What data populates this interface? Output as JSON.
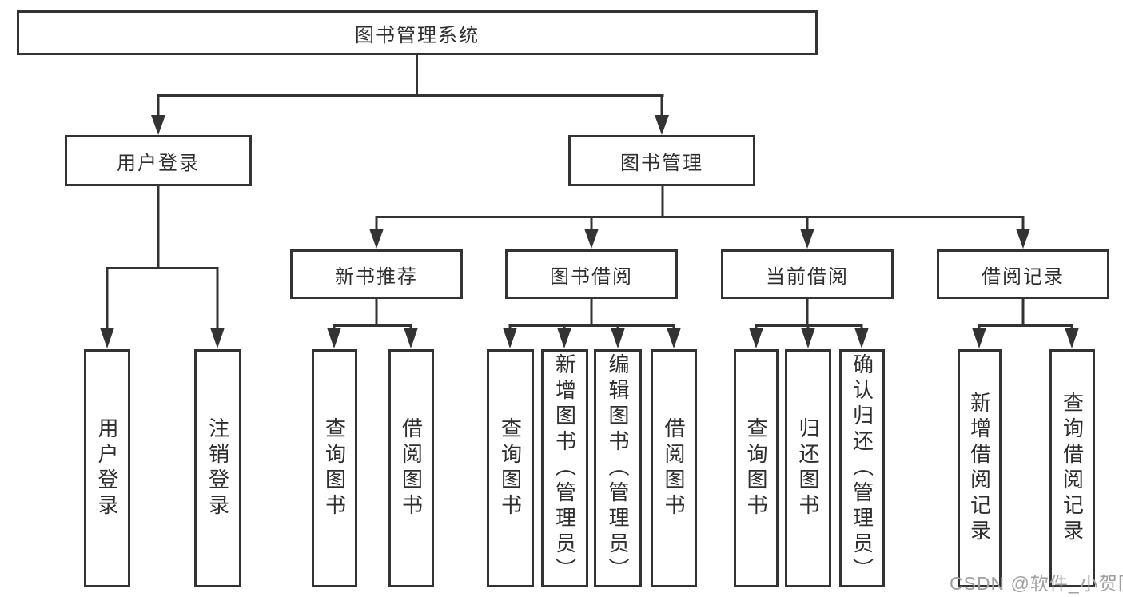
{
  "nodes": {
    "root": {
      "label": "图书管理系统"
    },
    "level2": [
      {
        "label": "用户登录"
      },
      {
        "label": "图书管理"
      }
    ],
    "level3": [
      {
        "label": "新书推荐"
      },
      {
        "label": "图书借阅"
      },
      {
        "label": "当前借阅"
      },
      {
        "label": "借阅记录"
      }
    ],
    "leaves": [
      {
        "label": "用户登录"
      },
      {
        "label": "注销登录"
      },
      {
        "label": "查询图书"
      },
      {
        "label": "借阅图书"
      },
      {
        "label": "查询图书"
      },
      {
        "label": "新增图书（管理员）"
      },
      {
        "label": "编辑图书（管理员）"
      },
      {
        "label": "借阅图书"
      },
      {
        "label": "查询图书"
      },
      {
        "label": "归还图书"
      },
      {
        "label": "确认归还（管理员）"
      },
      {
        "label": "新增借阅记录"
      },
      {
        "label": "查询借阅记录"
      }
    ]
  },
  "watermark": {
    "text": "CSDN @软件_小贺同学",
    "color": "#9f9f9f"
  },
  "colors": {
    "line": "#333333",
    "border": "#333333",
    "text": "#2e2e2e",
    "background": "#ffffff"
  }
}
